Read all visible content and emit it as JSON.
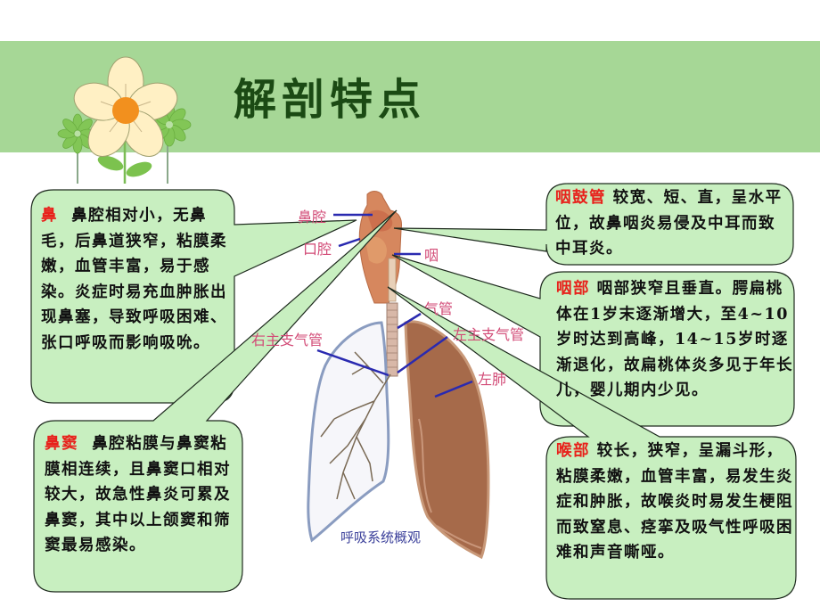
{
  "slide": {
    "title": "解剖特点",
    "colors": {
      "banner": "#a6d796",
      "title": "#1b4a14",
      "callout_fill": "#c8efc0",
      "heading_red": "#e8201a",
      "diagram_label": "#d24a76",
      "pointer_line": "#2a2ab0"
    }
  },
  "callouts": {
    "nose": {
      "heading": "鼻",
      "text": "鼻腔相对小，无鼻毛，后鼻道狭窄，粘膜柔嫩，血管丰富，易于感染。炎症时易充血肿胀出现鼻塞，导致呼吸困难、张口呼吸而影响吸吮。"
    },
    "sinus": {
      "heading": "鼻窦",
      "text": "鼻腔粘膜与鼻窦粘膜相连续，且鼻窦口相对较大，故急性鼻炎可累及鼻窦，其中以上颌窦和筛窦最易感染。"
    },
    "eustachian_tube": {
      "heading": "咽鼓管",
      "text": "较宽、短、直，呈水平位，故鼻咽炎易侵及中耳而致中耳炎。"
    },
    "pharynx": {
      "heading": "咽部",
      "text": "咽部狭窄且垂直。腭扁桃体在1岁末逐渐增大，至4~10岁时达到高峰，14~15岁时逐渐退化，故扁桃体炎多见于年长儿，婴儿期内少见。"
    },
    "larynx": {
      "heading": "喉部",
      "text": "较长，狭窄，呈漏斗形，粘膜柔嫩，血管丰富，易发生炎症和肿胀，故喉炎时易发生梗阻而致窒息、痉挛及吸气性呼吸困难和声音嘶哑。"
    }
  },
  "diagram": {
    "labels": {
      "nasal_cavity": "鼻腔",
      "oral_cavity": "口腔",
      "pharynx": "咽",
      "trachea": "气管",
      "right_bronchus": "右主支气管",
      "left_bronchus": "左主支气管",
      "left_lung": "左肺"
    },
    "caption": "呼吸系统概观"
  }
}
